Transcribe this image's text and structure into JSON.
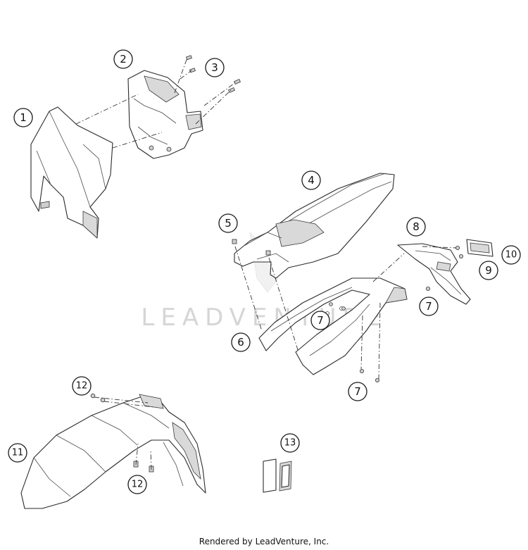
{
  "watermark": "LEADVENTURE",
  "footer": "Rendered by LeadVenture, Inc.",
  "callouts": [
    "1",
    "2",
    "3",
    "4",
    "5",
    "6",
    "7",
    "7",
    "7",
    "8",
    "9",
    "10",
    "11",
    "12",
    "12",
    "13"
  ]
}
